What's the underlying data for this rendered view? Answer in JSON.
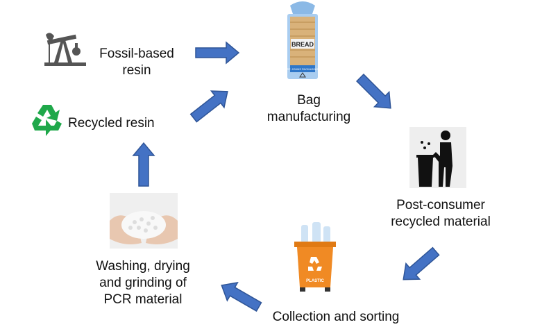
{
  "stages": {
    "fossil": {
      "lines": [
        "Fossil-based",
        "resin"
      ],
      "icon": "oil-pump-icon"
    },
    "recycled": {
      "label": "Recycled resin",
      "icon": "recycle-icon"
    },
    "bag": {
      "lines": [
        "Bag",
        "manufacturing"
      ],
      "icon": "bread-bag-icon",
      "bag_text": "BREAD",
      "bag_brand": "ST. JOHNS PACKAGING"
    },
    "post_consumer": {
      "lines": [
        "Post-consumer",
        "recycled material"
      ],
      "icon": "trash-person-icon"
    },
    "collection": {
      "label": "Collection and sorting",
      "icon": "recycling-bin-icon",
      "bin_text": "PLASTIC"
    },
    "washing": {
      "lines": [
        "Washing, drying",
        "and grinding of",
        "PCR material"
      ],
      "icon": "pellets-in-hands-icon"
    }
  },
  "colors": {
    "arrow_fill": "#4472C4",
    "arrow_stroke": "#2F5597",
    "bin": "#F08A24",
    "recycle": "#1FA84A"
  }
}
